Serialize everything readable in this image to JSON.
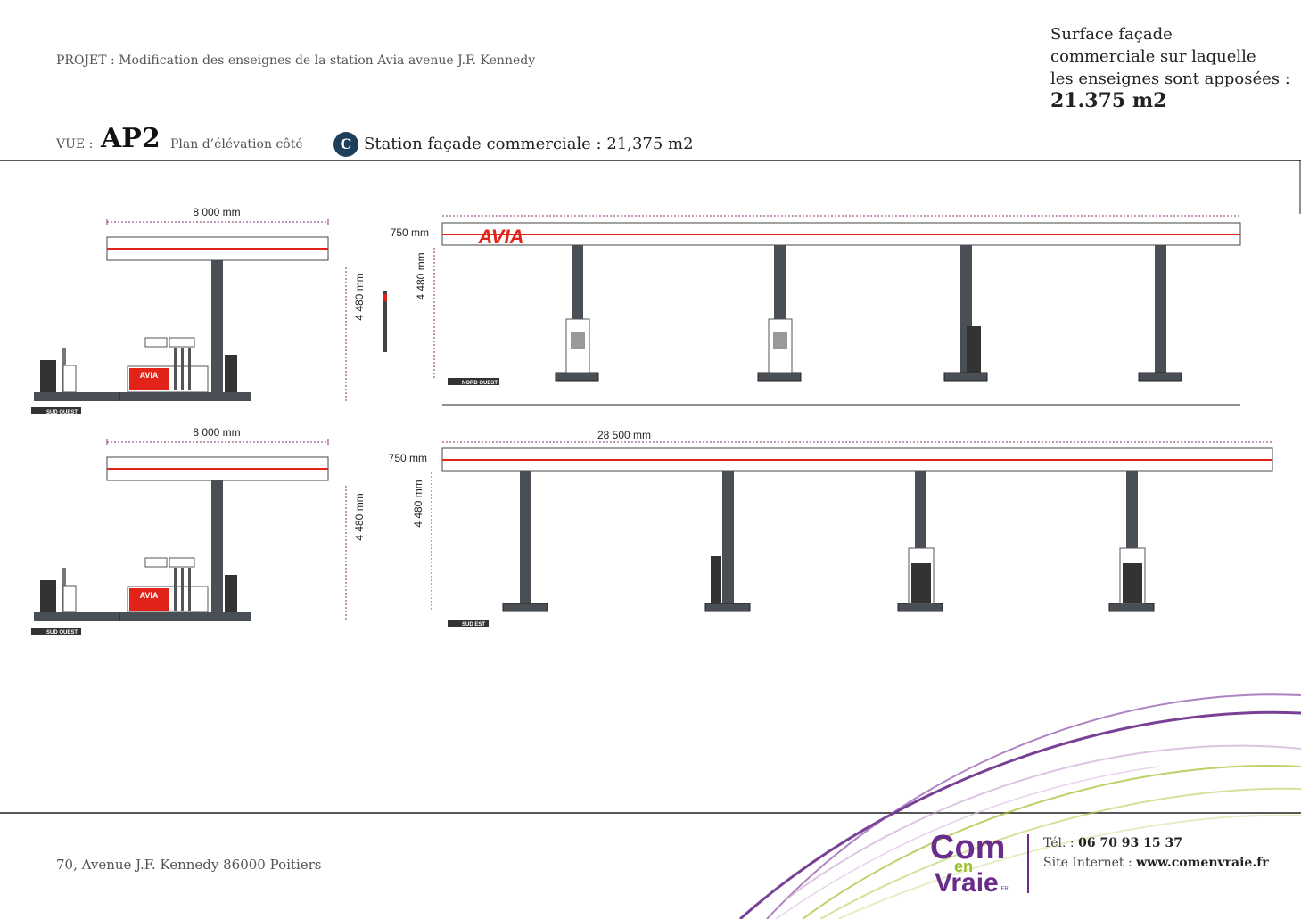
{
  "header": {
    "project": "PROJET : Modification des enseignes de la station Avia avenue J.F. Kennedy",
    "surface_lines": [
      "Surface façade",
      "commerciale sur laquelle",
      "les enseignes sont apposées :"
    ],
    "surface_value": "21.375 m2",
    "vue_label": "VUE :",
    "vue_code": "AP2",
    "vue_desc": "Plan d’élévation côté",
    "badge": "C",
    "facade_text": "Station façade commerciale : 21,375 m2"
  },
  "drawings": {
    "top_left": {
      "width_label": "8 000 mm",
      "height_label": "4 480 mm",
      "view_tag": "SUD OUEST",
      "brand": "AVIA"
    },
    "top_right": {
      "band_label": "750 mm",
      "height_label": "4 480 mm",
      "view_tag": "NORD OUEST",
      "brand": "AVIA"
    },
    "bottom_left": {
      "width_label": "8 000 mm",
      "height_label": "4 480 mm",
      "view_tag": "SUD OUEST",
      "brand": "AVIA"
    },
    "bottom_right": {
      "width_label": "28 500 mm",
      "band_label": "750 mm",
      "height_label": "4 480 mm",
      "view_tag": "SUD EST"
    }
  },
  "footer": {
    "address": "70, Avenue J.F. Kennedy 86000 Poitiers",
    "tel_label": "Tél. : ",
    "tel_value": "06 70 93 15 37",
    "site_label": "Site Internet : ",
    "site_value": "www.comenvraie.fr",
    "logo": {
      "line1": "Com",
      "line2": "en",
      "line3": "Vraie",
      "suffix": ".FR"
    }
  },
  "colors": {
    "accent_red": "#e2231a",
    "pillar": "#4a4f55",
    "dimension": "#8b2d7a",
    "logo_purple": "#6a2c8a",
    "logo_green": "#9bbf2a"
  }
}
